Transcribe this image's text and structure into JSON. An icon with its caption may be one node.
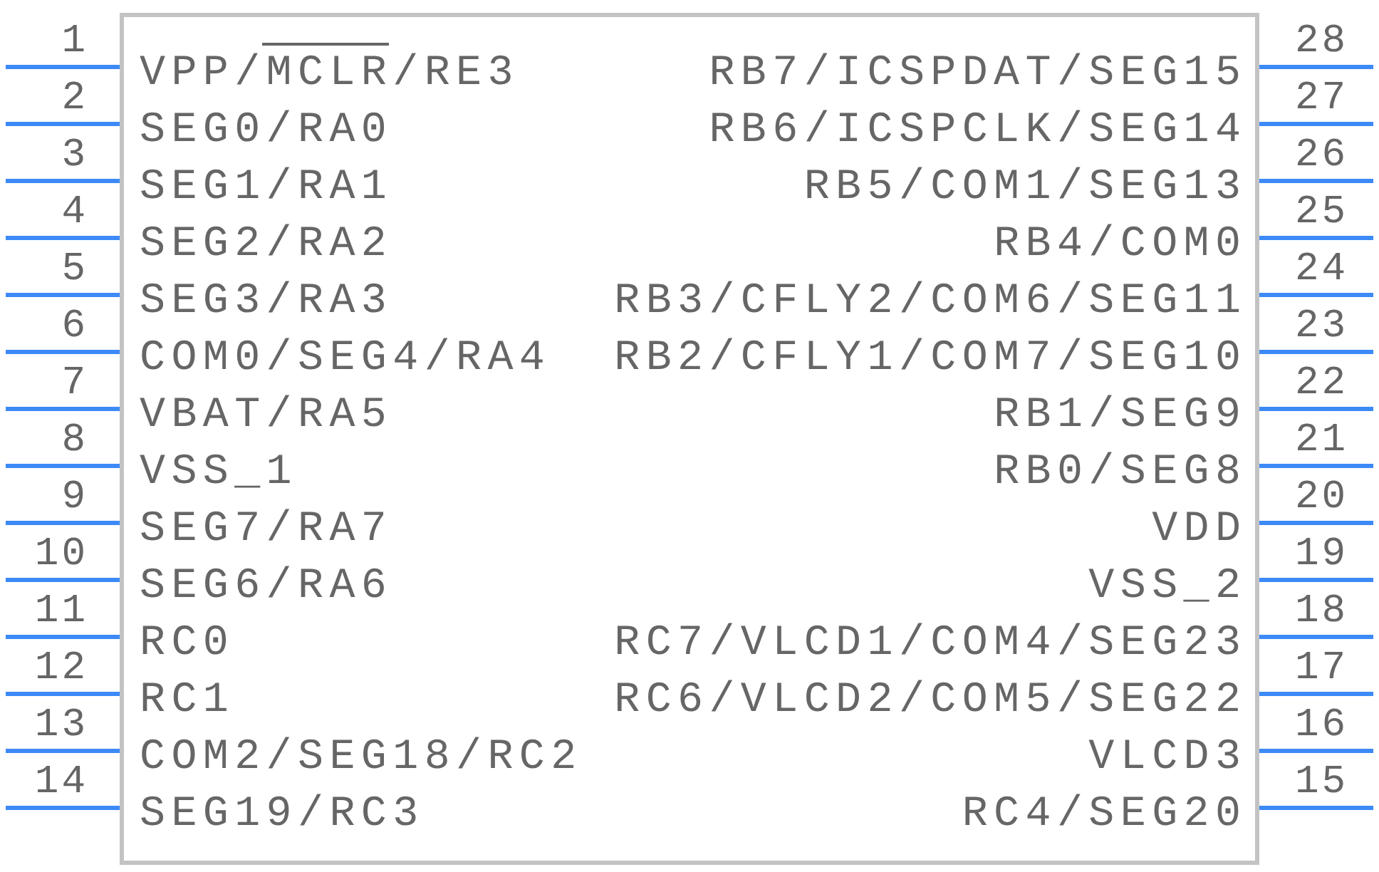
{
  "diagram": {
    "nodes": [
      {
        "text": [],
        "shape": "box"
      },
      {
        "text": [
          "VPP/MCLR/RE3"
        ],
        "beside": [
          "1"
        ],
        "in": 0
      },
      {
        "text": [
          "SEG0/RA0"
        ],
        "beside": [
          "2"
        ],
        "in": 0
      },
      {
        "text": [
          "SEG1/RA1"
        ],
        "beside": [
          "3"
        ],
        "in": 0
      },
      {
        "text": [
          "SEG2/RA2"
        ],
        "beside": [
          "4"
        ],
        "in": 0
      },
      {
        "text": [
          "SEG3/RA3"
        ],
        "beside": [
          "5"
        ],
        "in": 0
      },
      {
        "text": [
          "COM0/SEG4/RA4"
        ],
        "beside": [
          "6"
        ],
        "in": 0
      },
      {
        "text": [
          "VBAT/RA5"
        ],
        "beside": [
          "7"
        ],
        "in": 0
      },
      {
        "text": [
          "VSS_1"
        ],
        "beside": [
          "8"
        ],
        "in": 0
      },
      {
        "text": [
          "SEG7/RA7"
        ],
        "beside": [
          "9"
        ],
        "in": 0
      },
      {
        "text": [
          "SEG6/RA6"
        ],
        "beside": [
          "10"
        ],
        "in": 0
      },
      {
        "text": [
          "RC0"
        ],
        "beside": [
          "11"
        ],
        "in": 0
      },
      {
        "text": [
          "RC1"
        ],
        "beside": [
          "12"
        ],
        "in": 0
      },
      {
        "text": [
          "COM2/SEG18/RC2"
        ],
        "beside": [
          "13"
        ],
        "in": 0
      },
      {
        "text": [
          "SEG19/RC3"
        ],
        "beside": [
          "14"
        ],
        "in": 0
      },
      {
        "text": [
          "RC4/SEG20"
        ],
        "beside": [
          "15"
        ],
        "in": 0
      },
      {
        "text": [
          "VLCD3"
        ],
        "beside": [
          "16"
        ],
        "in": 0
      },
      {
        "text": [
          "RC6/VLCD2/COM5/SEG22"
        ],
        "beside": [
          "17"
        ],
        "in": 0
      },
      {
        "text": [
          "RC7/VLCD1/COM4/SEG23"
        ],
        "beside": [
          "18"
        ],
        "in": 0
      },
      {
        "text": [
          "VSS_2"
        ],
        "beside": [
          "19"
        ],
        "in": 0
      },
      {
        "text": [
          "VDD"
        ],
        "beside": [
          "20"
        ],
        "in": 0
      },
      {
        "text": [
          "RB0/SEG8"
        ],
        "beside": [
          "21"
        ],
        "in": 0
      },
      {
        "text": [
          "RB1/SEG9"
        ],
        "beside": [
          "22"
        ],
        "in": 0
      },
      {
        "text": [
          "RB2/CFLY1/COM7/SEG10"
        ],
        "beside": [
          "23"
        ],
        "in": 0
      },
      {
        "text": [
          "RB3/CFLY2/COM6/SEG11"
        ],
        "beside": [
          "24"
        ],
        "in": 0
      },
      {
        "text": [
          "RB4/COM0"
        ],
        "beside": [
          "25"
        ],
        "in": 0
      },
      {
        "text": [
          "RB5/COM1/SEG13"
        ],
        "beside": [
          "26"
        ],
        "in": 0
      },
      {
        "text": [
          "RB6/ICSPCLK/SEG14"
        ],
        "beside": [
          "27"
        ],
        "in": 0
      },
      {
        "text": [
          "RB7/ICSPDAT/SEG15"
        ],
        "beside": [
          "28"
        ],
        "in": 0
      }
    ]
  }
}
